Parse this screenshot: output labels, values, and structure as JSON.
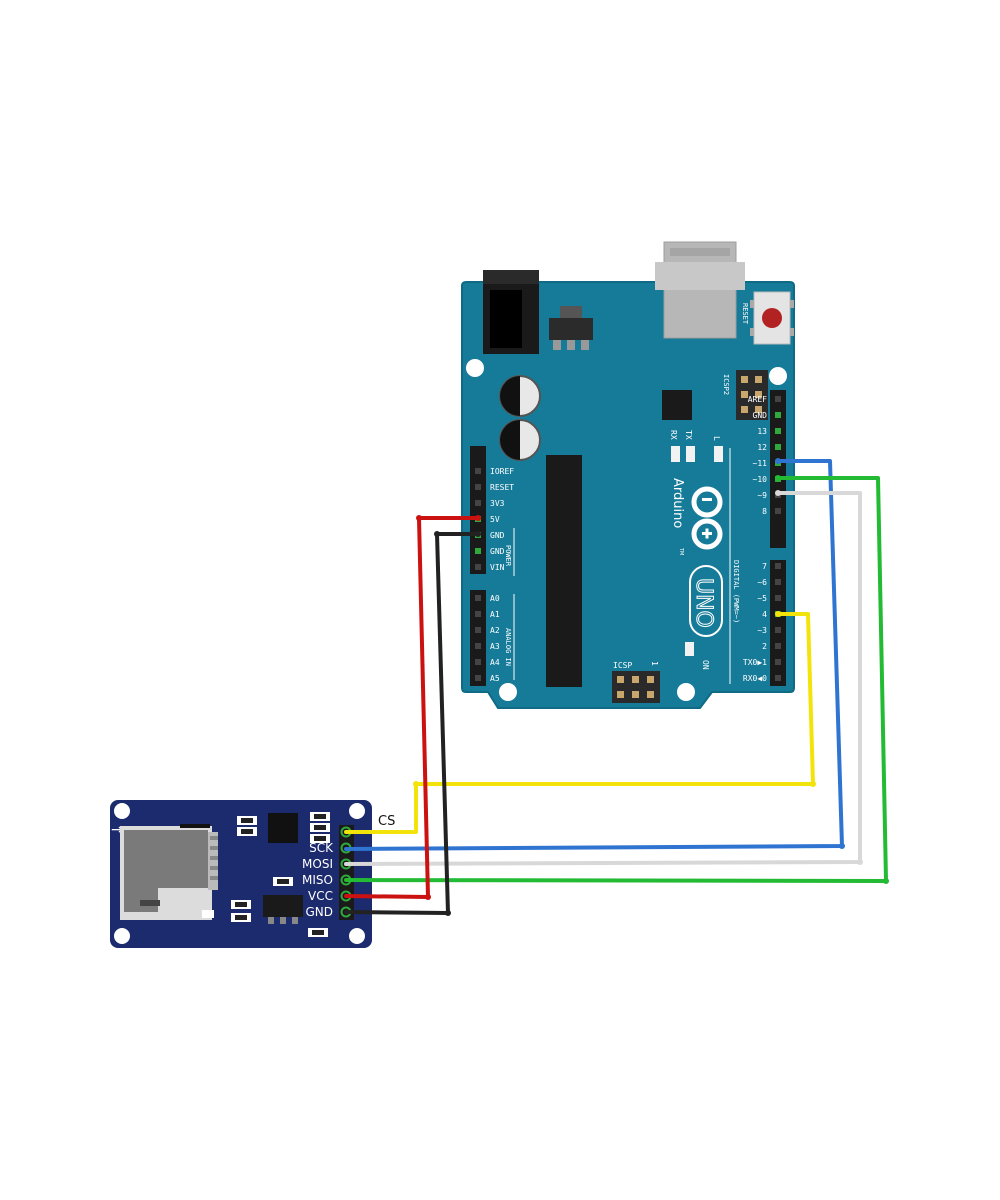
{
  "colors": {
    "board": "#167b99",
    "board_edge": "#0f6a86",
    "module": "#1c2a6e",
    "wire_cs": "#f2e40a",
    "wire_sck": "#2f74d0",
    "wire_mosi": "#d8d8d8",
    "wire_miso": "#22bb33",
    "wire_vcc": "#cc1111",
    "wire_gnd": "#222222"
  },
  "arduino": {
    "brand": "Arduino",
    "tm": "TM",
    "model": "UNO",
    "reset_label": "RESET",
    "icsp2_label": "ICSP2",
    "icsp_label": "ICSP",
    "icsp_num": "1",
    "led_l": "L",
    "led_tx": "TX",
    "led_rx": "RX",
    "led_on": "ON",
    "power_group_label": "POWER",
    "analog_group_label": "ANALOG IN",
    "digital_group_label": "DIGITAL (PWM=~)",
    "power_pins": [
      "IOREF",
      "RESET",
      "3V3",
      "5V",
      "GND",
      "GND",
      "VIN"
    ],
    "analog_pins": [
      "A0",
      "A1",
      "A2",
      "A3",
      "A4",
      "A5"
    ],
    "digital_top_pins": [
      "AREF",
      "GND",
      "13",
      "12",
      "~11",
      "~10",
      "~9",
      "8"
    ],
    "digital_bottom_pins": [
      "7",
      "~6",
      "~5",
      "4",
      "~3",
      "2",
      "TX0▶1",
      "RX0◀0"
    ]
  },
  "sd_module": {
    "pins": [
      "CS",
      "SCK",
      "MOSI",
      "MISO",
      "VCC",
      "GND"
    ]
  }
}
